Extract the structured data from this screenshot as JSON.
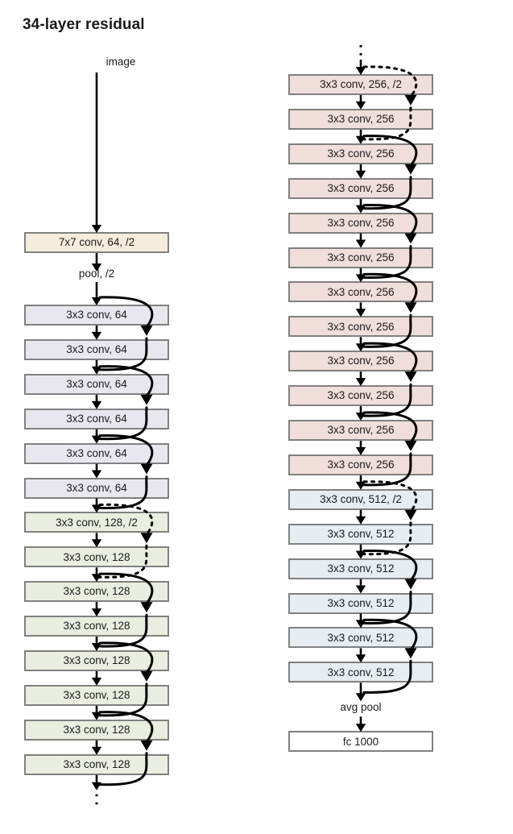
{
  "title": "34-layer residual",
  "colors": {
    "input_block": "#f6ecdd",
    "conv64": "#e9e7ee",
    "conv128": "#eaeee0",
    "conv256": "#f0dedb",
    "conv512": "#e8edf2",
    "fc": "#ffffff",
    "border": "#808080",
    "arrow": "#000000"
  },
  "labels": {
    "image": "image",
    "pool": "pool, /2",
    "avg_pool": "avg pool",
    "ellipsis": "⋮"
  },
  "left_column": {
    "stem": {
      "label": "7x7 conv, 64, /2",
      "color_key": "input_block"
    },
    "blocks": [
      {
        "label": "3x3 conv, 64",
        "color_key": "conv64"
      },
      {
        "label": "3x3 conv, 64",
        "color_key": "conv64"
      },
      {
        "label": "3x3 conv, 64",
        "color_key": "conv64"
      },
      {
        "label": "3x3 conv, 64",
        "color_key": "conv64"
      },
      {
        "label": "3x3 conv, 64",
        "color_key": "conv64"
      },
      {
        "label": "3x3 conv, 64",
        "color_key": "conv64"
      },
      {
        "label": "3x3 conv, 128, /2",
        "color_key": "conv128"
      },
      {
        "label": "3x3 conv, 128",
        "color_key": "conv128"
      },
      {
        "label": "3x3 conv, 128",
        "color_key": "conv128"
      },
      {
        "label": "3x3 conv, 128",
        "color_key": "conv128"
      },
      {
        "label": "3x3 conv, 128",
        "color_key": "conv128"
      },
      {
        "label": "3x3 conv, 128",
        "color_key": "conv128"
      },
      {
        "label": "3x3 conv, 128",
        "color_key": "conv128"
      },
      {
        "label": "3x3 conv, 128",
        "color_key": "conv128"
      }
    ]
  },
  "right_column": {
    "blocks": [
      {
        "label": "3x3 conv, 256, /2",
        "color_key": "conv256"
      },
      {
        "label": "3x3 conv, 256",
        "color_key": "conv256"
      },
      {
        "label": "3x3 conv, 256",
        "color_key": "conv256"
      },
      {
        "label": "3x3 conv, 256",
        "color_key": "conv256"
      },
      {
        "label": "3x3 conv, 256",
        "color_key": "conv256"
      },
      {
        "label": "3x3 conv, 256",
        "color_key": "conv256"
      },
      {
        "label": "3x3 conv, 256",
        "color_key": "conv256"
      },
      {
        "label": "3x3 conv, 256",
        "color_key": "conv256"
      },
      {
        "label": "3x3 conv, 256",
        "color_key": "conv256"
      },
      {
        "label": "3x3 conv, 256",
        "color_key": "conv256"
      },
      {
        "label": "3x3 conv, 256",
        "color_key": "conv256"
      },
      {
        "label": "3x3 conv, 256",
        "color_key": "conv256"
      },
      {
        "label": "3x3 conv, 512, /2",
        "color_key": "conv512"
      },
      {
        "label": "3x3 conv, 512",
        "color_key": "conv512"
      },
      {
        "label": "3x3 conv, 512",
        "color_key": "conv512"
      },
      {
        "label": "3x3 conv, 512",
        "color_key": "conv512"
      },
      {
        "label": "3x3 conv, 512",
        "color_key": "conv512"
      },
      {
        "label": "3x3 conv, 512",
        "color_key": "conv512"
      }
    ],
    "classifier": {
      "label": "fc 1000",
      "color_key": "fc"
    }
  },
  "skip_connections": {
    "left": [
      {
        "from_block": 0,
        "to_block": 2,
        "style": "solid"
      },
      {
        "from_block": 2,
        "to_block": 4,
        "style": "solid"
      },
      {
        "from_block": 4,
        "to_block": 6,
        "style": "solid"
      },
      {
        "from_block": 6,
        "to_block": 8,
        "style": "dashed"
      },
      {
        "from_block": 8,
        "to_block": 10,
        "style": "solid"
      },
      {
        "from_block": 10,
        "to_block": 12,
        "style": "solid"
      },
      {
        "from_block": 12,
        "to_block": 14,
        "style": "solid"
      }
    ],
    "right": [
      {
        "from_block": 0,
        "to_block": 2,
        "style": "dashed"
      },
      {
        "from_block": 2,
        "to_block": 4,
        "style": "solid"
      },
      {
        "from_block": 4,
        "to_block": 6,
        "style": "solid"
      },
      {
        "from_block": 6,
        "to_block": 8,
        "style": "solid"
      },
      {
        "from_block": 8,
        "to_block": 10,
        "style": "solid"
      },
      {
        "from_block": 10,
        "to_block": 12,
        "style": "solid"
      },
      {
        "from_block": 12,
        "to_block": 14,
        "style": "dashed"
      },
      {
        "from_block": 14,
        "to_block": 16,
        "style": "solid"
      },
      {
        "from_block": 16,
        "to_block": 18,
        "style": "solid"
      }
    ]
  }
}
